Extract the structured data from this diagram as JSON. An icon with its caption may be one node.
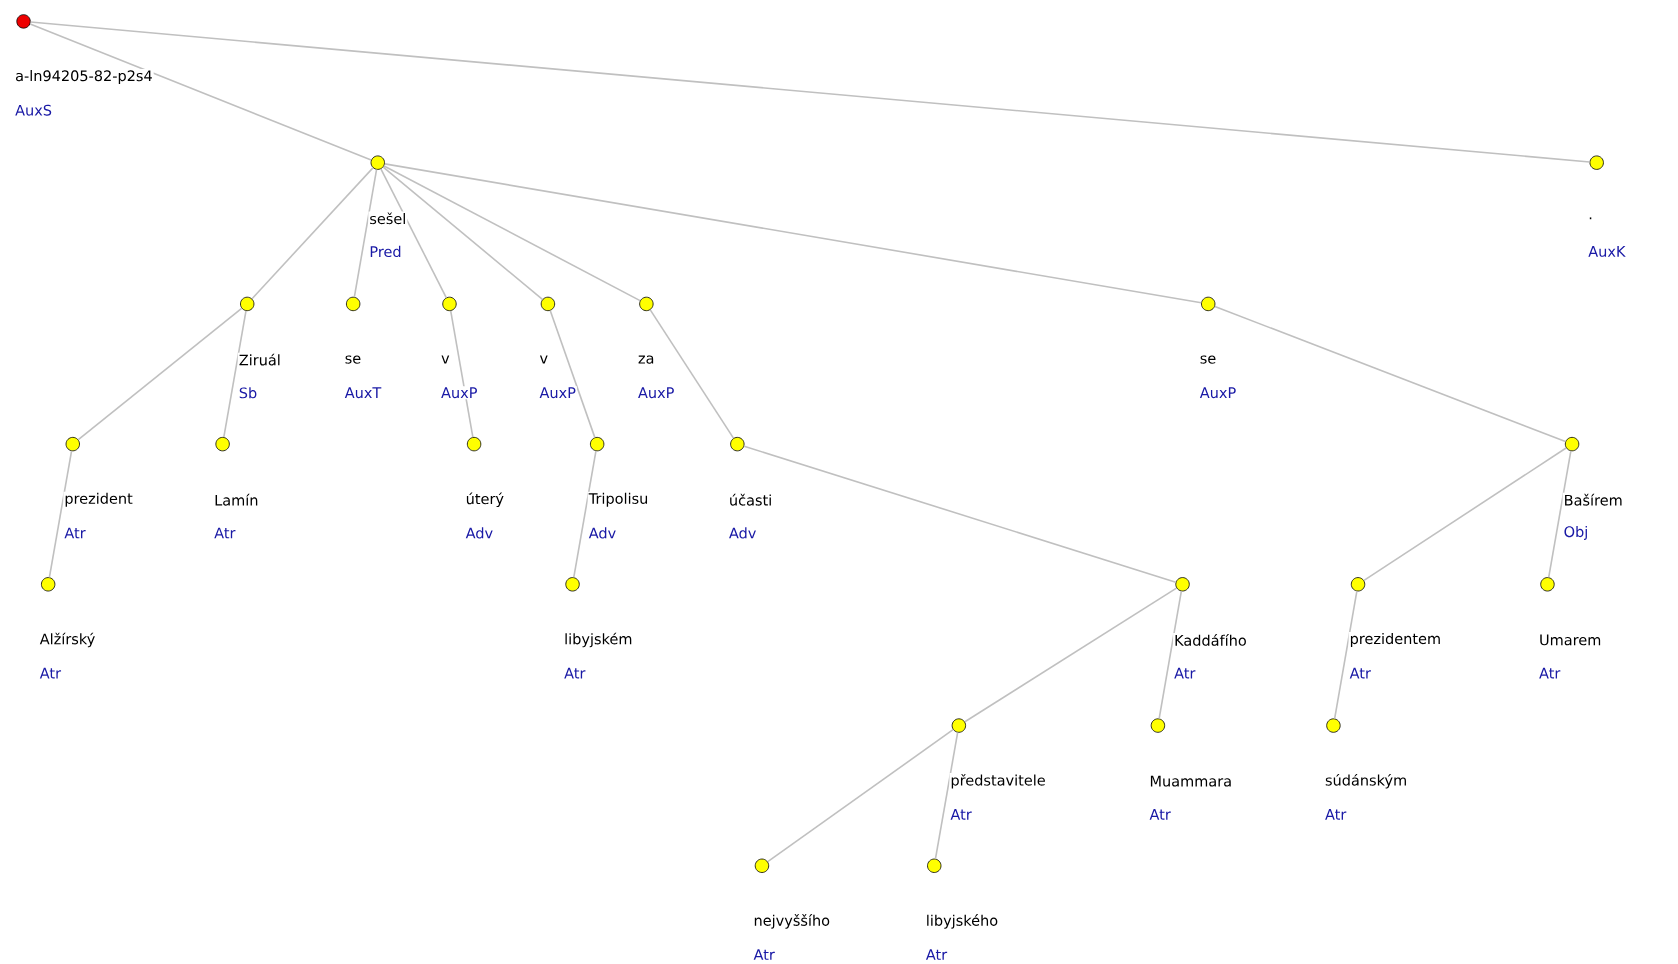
{
  "diagram": {
    "nodes": [
      {
        "text": [],
        "shape": "circle",
        "beside": [
          "a-ln94205-82-p2s4",
          "AuxS"
        ]
      },
      {
        "text": [],
        "shape": "circle",
        "beside": [
          "sešel",
          "Pred"
        ]
      },
      {
        "text": [],
        "shape": "circle",
        "beside": [
          ".",
          "AuxK"
        ]
      },
      {
        "text": [],
        "shape": "circle",
        "beside": [
          "Ziruál",
          "Sb"
        ]
      },
      {
        "text": [],
        "shape": "circle",
        "beside": [
          "se",
          "AuxT"
        ]
      },
      {
        "text": [],
        "shape": "circle",
        "beside": [
          "v",
          "AuxP"
        ]
      },
      {
        "text": [],
        "shape": "circle",
        "beside": [
          "v",
          "AuxP"
        ]
      },
      {
        "text": [],
        "shape": "circle",
        "beside": [
          "za",
          "AuxP"
        ]
      },
      {
        "text": [],
        "shape": "circle",
        "beside": [
          "se",
          "AuxP"
        ]
      },
      {
        "text": [],
        "shape": "circle",
        "beside": [
          "prezident",
          "Atr"
        ]
      },
      {
        "text": [],
        "shape": "circle",
        "beside": [
          "Lamín",
          "Atr"
        ]
      },
      {
        "text": [],
        "shape": "circle",
        "beside": [
          "úterý",
          "Adv"
        ]
      },
      {
        "text": [],
        "shape": "circle",
        "beside": [
          "Tripolisu",
          "Adv"
        ]
      },
      {
        "text": [],
        "shape": "circle",
        "beside": [
          "účasti",
          "Adv"
        ]
      },
      {
        "text": [],
        "shape": "circle",
        "beside": [
          "Bašírem",
          "Obj"
        ]
      },
      {
        "text": [],
        "shape": "circle",
        "beside": [
          "Alžírský",
          "Atr"
        ]
      },
      {
        "text": [],
        "shape": "circle",
        "beside": [
          "libyjském",
          "Atr"
        ]
      },
      {
        "text": [],
        "shape": "circle",
        "beside": [
          "Kaddáfího",
          "Atr"
        ]
      },
      {
        "text": [],
        "shape": "circle",
        "beside": [
          "prezidentem",
          "Atr"
        ]
      },
      {
        "text": [],
        "shape": "circle",
        "beside": [
          "Umarem",
          "Atr"
        ]
      },
      {
        "text": [],
        "shape": "circle",
        "beside": [
          "představitele",
          "Atr"
        ]
      },
      {
        "text": [],
        "shape": "circle",
        "beside": [
          "Muammara",
          "Atr"
        ]
      },
      {
        "text": [],
        "shape": "circle",
        "beside": [
          "súdánským",
          "Atr"
        ]
      },
      {
        "text": [],
        "shape": "circle",
        "beside": [
          "nejvyššího",
          "Atr"
        ]
      },
      {
        "text": [],
        "shape": "circle",
        "beside": [
          "libyjského",
          "Atr"
        ]
      }
    ],
    "edges": [
      {
        "from": 0,
        "to": 1,
        "arrow": "none"
      },
      {
        "from": 0,
        "to": 2,
        "arrow": "none"
      },
      {
        "from": 1,
        "to": 3,
        "arrow": "none"
      },
      {
        "from": 1,
        "to": 4,
        "arrow": "none"
      },
      {
        "from": 1,
        "to": 5,
        "arrow": "none"
      },
      {
        "from": 1,
        "to": 6,
        "arrow": "none"
      },
      {
        "from": 1,
        "to": 7,
        "arrow": "none"
      },
      {
        "from": 1,
        "to": 8,
        "arrow": "none"
      },
      {
        "from": 3,
        "to": 9,
        "arrow": "none"
      },
      {
        "from": 3,
        "to": 10,
        "arrow": "none"
      },
      {
        "from": 5,
        "to": 11,
        "arrow": "none"
      },
      {
        "from": 6,
        "to": 12,
        "arrow": "none"
      },
      {
        "from": 7,
        "to": 13,
        "arrow": "none"
      },
      {
        "from": 8,
        "to": 14,
        "arrow": "none"
      },
      {
        "from": 9,
        "to": 15,
        "arrow": "none"
      },
      {
        "from": 12,
        "to": 16,
        "arrow": "none"
      },
      {
        "from": 13,
        "to": 17,
        "arrow": "none"
      },
      {
        "from": 14,
        "to": 18,
        "arrow": "none"
      },
      {
        "from": 14,
        "to": 19,
        "arrow": "none"
      },
      {
        "from": 17,
        "to": 20,
        "arrow": "none"
      },
      {
        "from": 17,
        "to": 21,
        "arrow": "none"
      },
      {
        "from": 18,
        "to": 22,
        "arrow": "none"
      },
      {
        "from": 20,
        "to": 23,
        "arrow": "none"
      },
      {
        "from": 20,
        "to": 24,
        "arrow": "none"
      }
    ]
  }
}
